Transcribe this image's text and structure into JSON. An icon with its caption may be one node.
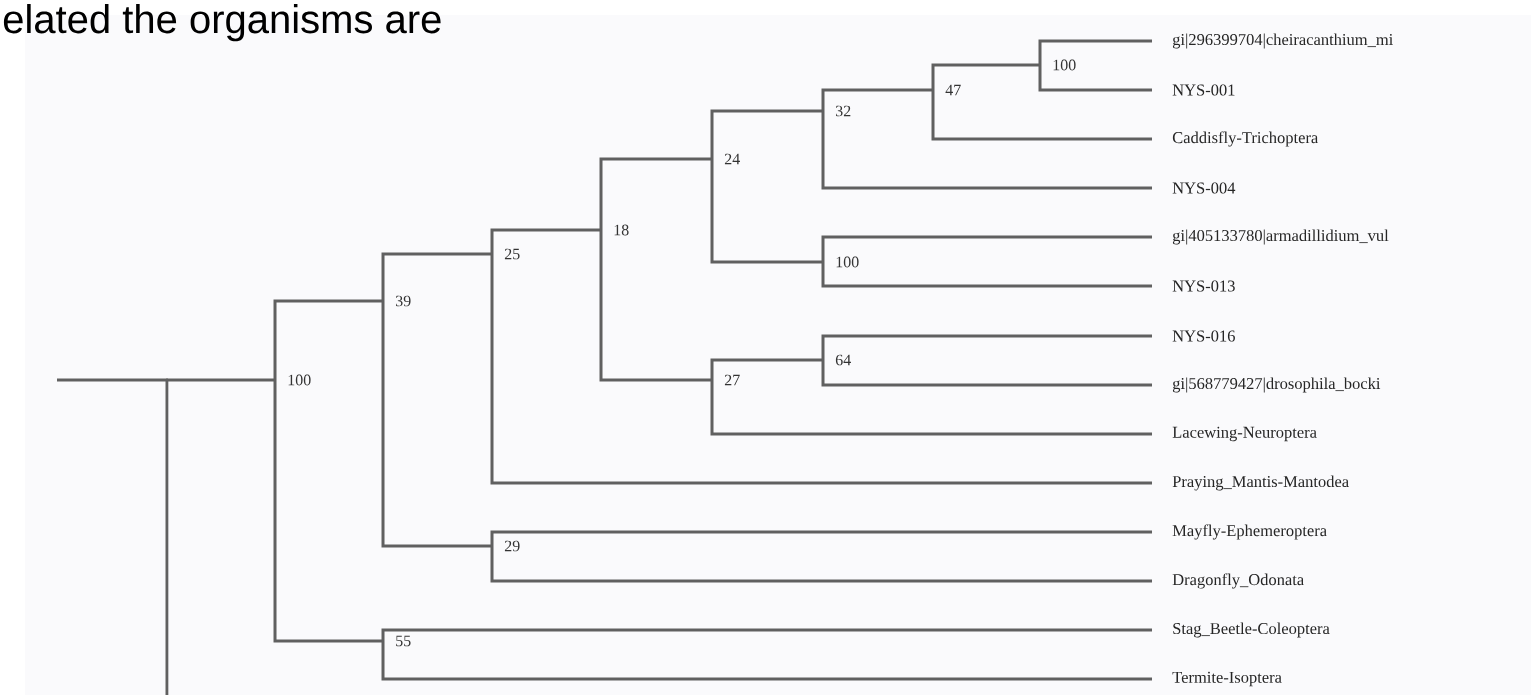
{
  "diagram": {
    "nodes": [
      {
        "text": [],
        "shape": "point"
      },
      {
        "text": [
          "100"
        ]
      },
      {
        "text": [
          "39"
        ]
      },
      {
        "text": [
          "25"
        ]
      },
      {
        "text": [
          "18"
        ]
      },
      {
        "text": [
          "24"
        ]
      },
      {
        "text": [
          "32"
        ]
      },
      {
        "text": [
          "47"
        ]
      },
      {
        "text": [
          "100"
        ]
      },
      {
        "text": [
          "100"
        ]
      },
      {
        "text": [
          "27"
        ]
      },
      {
        "text": [
          "64"
        ]
      },
      {
        "text": [
          "29"
        ]
      },
      {
        "text": [
          "55"
        ]
      },
      {
        "text": [
          "gi|296399704|cheiracanthium_mi"
        ]
      },
      {
        "text": [
          "NYS-001"
        ]
      },
      {
        "text": [
          "Caddisfly-Trichoptera"
        ]
      },
      {
        "text": [
          "NYS-004"
        ]
      },
      {
        "text": [
          "gi|405133780|armadillidium_vul"
        ]
      },
      {
        "text": [
          "NYS-013"
        ]
      },
      {
        "text": [
          "NYS-016"
        ]
      },
      {
        "text": [
          "gi|568779427|drosophila_bocki"
        ]
      },
      {
        "text": [
          "Lacewing-Neuroptera"
        ]
      },
      {
        "text": [
          "Praying_Mantis-Mantodea"
        ]
      },
      {
        "text": [
          "Mayfly-Ephemeroptera"
        ]
      },
      {
        "text": [
          "Dragonfly_Odonata"
        ]
      },
      {
        "text": [
          "Stag_Beetle-Coleoptera"
        ]
      },
      {
        "text": [
          "Termite-Isoptera"
        ]
      }
    ],
    "edges": [
      {
        "from": null,
        "to": 0,
        "arrow": "none"
      },
      {
        "from": 0,
        "to": 1,
        "arrow": "none"
      },
      {
        "from": 0,
        "to": null,
        "arrow": "none"
      },
      {
        "from": 1,
        "to": 2,
        "arrow": "none"
      },
      {
        "from": 1,
        "to": 13,
        "arrow": "none"
      },
      {
        "from": 2,
        "to": 3,
        "arrow": "none"
      },
      {
        "from": 2,
        "to": 12,
        "arrow": "none"
      },
      {
        "from": 3,
        "to": 4,
        "arrow": "none"
      },
      {
        "from": 3,
        "to": 23,
        "arrow": "none"
      },
      {
        "from": 4,
        "to": 5,
        "arrow": "none"
      },
      {
        "from": 4,
        "to": 10,
        "arrow": "none"
      },
      {
        "from": 5,
        "to": 6,
        "arrow": "none"
      },
      {
        "from": 5,
        "to": 9,
        "arrow": "none"
      },
      {
        "from": 6,
        "to": 7,
        "arrow": "none"
      },
      {
        "from": 6,
        "to": 17,
        "arrow": "none"
      },
      {
        "from": 7,
        "to": 8,
        "arrow": "none"
      },
      {
        "from": 7,
        "to": 16,
        "arrow": "none"
      },
      {
        "from": 8,
        "to": 14,
        "arrow": "none"
      },
      {
        "from": 8,
        "to": 15,
        "arrow": "none"
      },
      {
        "from": 9,
        "to": 18,
        "arrow": "none"
      },
      {
        "from": 9,
        "to": 19,
        "arrow": "none"
      },
      {
        "from": 10,
        "to": 11,
        "arrow": "none"
      },
      {
        "from": 10,
        "to": 22,
        "arrow": "none"
      },
      {
        "from": 11,
        "to": 20,
        "arrow": "none"
      },
      {
        "from": 11,
        "to": 21,
        "arrow": "none"
      },
      {
        "from": 12,
        "to": 24,
        "arrow": "none"
      },
      {
        "from": 12,
        "to": 25,
        "arrow": "none"
      },
      {
        "from": 13,
        "to": 26,
        "arrow": "none"
      },
      {
        "from": 13,
        "to": 27,
        "arrow": "none"
      }
    ],
    "labels": [
      "elated the organisms are"
    ]
  }
}
